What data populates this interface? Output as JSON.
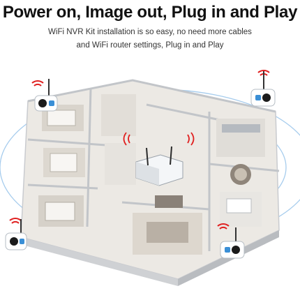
{
  "header": {
    "title": "Power on, Image out, Plug in and Play",
    "subtitle_line1": "WiFi NVR Kit installation is so easy, no need more cables",
    "subtitle_line2": "and WiFi router settings, Plug in and Play"
  },
  "colors": {
    "wave": "#3a8fd6",
    "wifi_signal": "#e02020",
    "floor": "#ece9e4",
    "wall": "#d4d6d9",
    "camera_body": "#ffffff",
    "camera_lens": "#1b1b1b"
  },
  "icons": {
    "camera": "security-camera-icon",
    "wifi": "wifi-signal-icon",
    "nvr": "nvr-router-icon"
  }
}
